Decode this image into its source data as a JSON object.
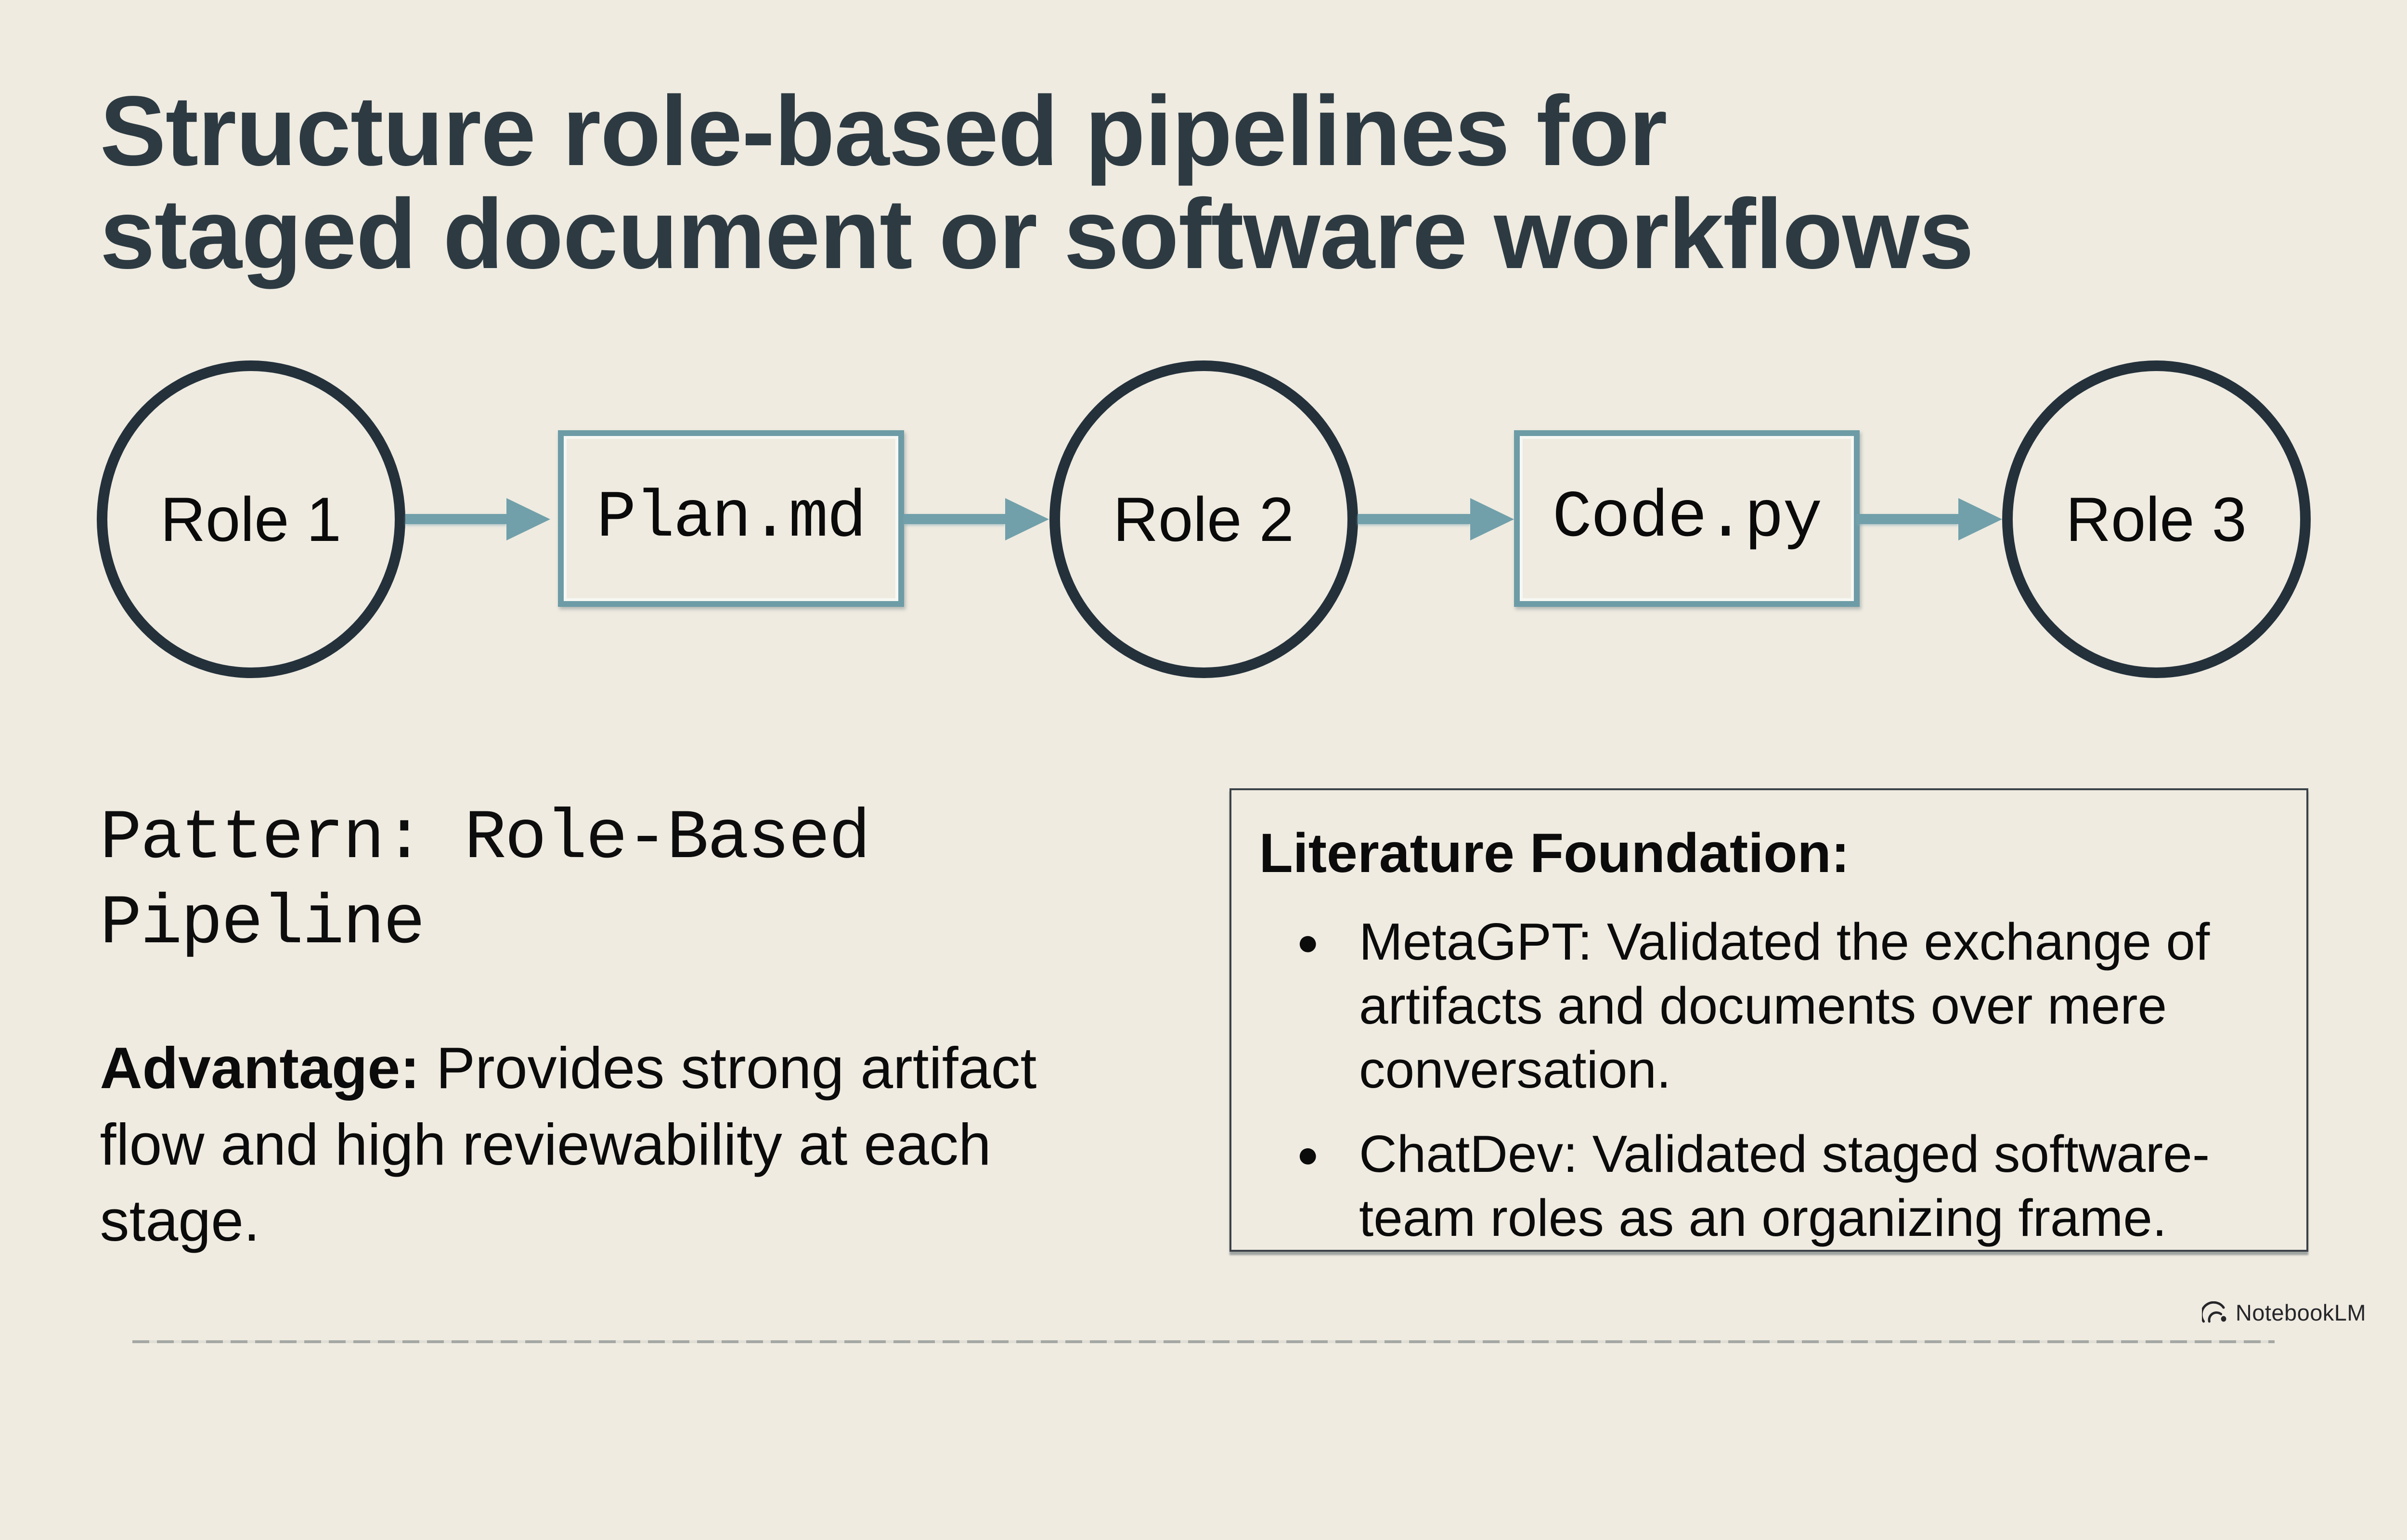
{
  "slide": {
    "title": "Structure role-based pipelines for staged document or software workflows",
    "diagram": {
      "nodes": [
        {
          "type": "circle",
          "label": "Role 1"
        },
        {
          "type": "box",
          "label": "Plan.md"
        },
        {
          "type": "circle",
          "label": "Role 2"
        },
        {
          "type": "box",
          "label": "Code.py"
        },
        {
          "type": "circle",
          "label": "Role 3"
        }
      ],
      "bullet_glyph": "●"
    },
    "pattern": {
      "label": "Pattern: Role-Based Pipeline"
    },
    "advantage": {
      "label": "Advantage:",
      "text": " Provides strong artifact flow and high reviewability at each stage."
    },
    "literature": {
      "heading": "Literature Foundation:",
      "bullets": [
        "MetaGPT: Validated the exchange of artifacts and documents over mere conversation.",
        "ChatDev: Validated staged software-team roles as an organizing frame."
      ]
    },
    "footer": {
      "brand": "NotebookLM",
      "logo_icon": "notebooklm-logo-icon"
    },
    "colors": {
      "background": "#efebe1",
      "title_ink": "#2d3a42",
      "circle_stroke": "#24313b",
      "teal_accent": "#6d9ca6",
      "arrow_teal": "#71a0aa",
      "body_ink": "#0b0b0b",
      "litbox_border": "#3b4248"
    }
  }
}
